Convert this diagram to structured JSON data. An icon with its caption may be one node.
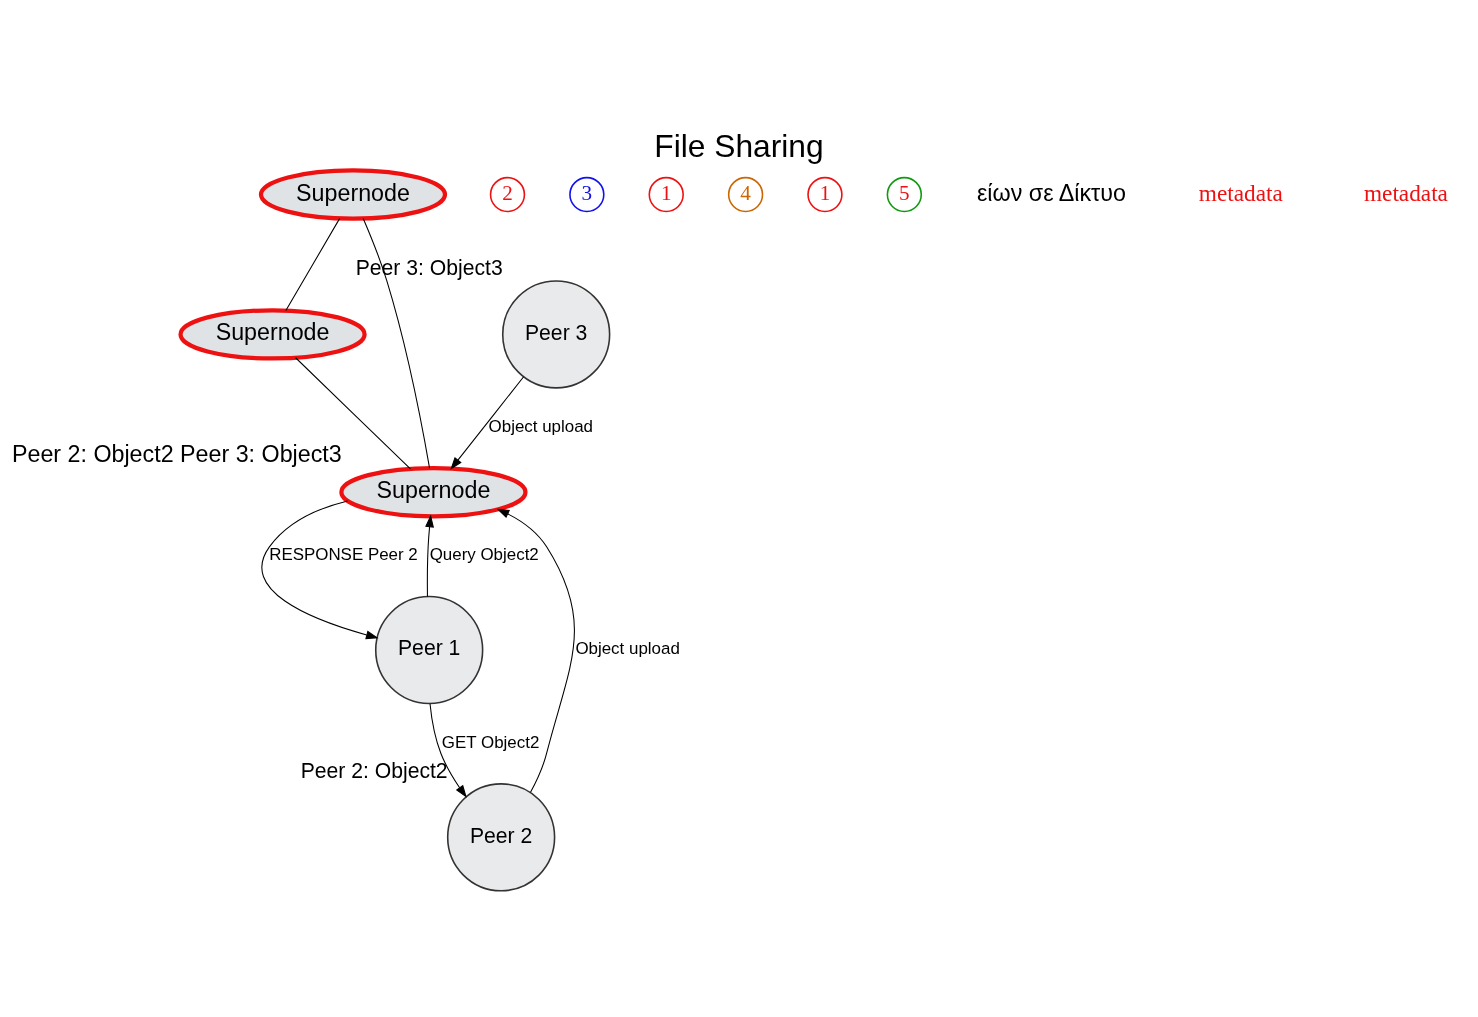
{
  "diagram": {
    "title": "File Sharing",
    "nodes": [
      {
        "text": [
          "Supernode"
        ]
      },
      {
        "text": [
          "Supernode"
        ]
      },
      {
        "text": [
          "Supernode"
        ],
        "beside": [
          "Peer 2: Object2 Peer 3: Object3"
        ]
      },
      {
        "text": [
          "Peer 1"
        ]
      },
      {
        "text": [
          "Peer 2"
        ],
        "beside": [
          "Peer 2: Object2"
        ]
      },
      {
        "text": [
          "Peer 3"
        ],
        "beside": [
          "Peer 3: Object3"
        ]
      },
      {
        "text": [
          "2"
        ]
      },
      {
        "text": [
          "3"
        ]
      },
      {
        "text": [
          "1"
        ]
      },
      {
        "text": [
          "4"
        ]
      },
      {
        "text": [
          "1"
        ]
      },
      {
        "text": [
          "5"
        ]
      }
    ],
    "edges": [
      {
        "from": 0,
        "to": 2,
        "arrow": "none"
      },
      {
        "from": 0,
        "to": 1,
        "arrow": "none"
      },
      {
        "from": 1,
        "to": 2,
        "arrow": "none"
      },
      {
        "from": 3,
        "to": 2,
        "arrow": "to",
        "label": "Query Object2"
      },
      {
        "from": 2,
        "to": 3,
        "arrow": "to",
        "label": "RESPONSE Peer 2"
      },
      {
        "from": 3,
        "to": 4,
        "arrow": "to",
        "label": "GET Object2"
      },
      {
        "from": 4,
        "to": 2,
        "arrow": "to",
        "label": "Object upload"
      },
      {
        "from": 5,
        "to": 2,
        "arrow": "to",
        "label": "Object upload"
      }
    ],
    "labels": [
      "είων σε Δίκτυο",
      "metadata",
      "metadata"
    ]
  }
}
